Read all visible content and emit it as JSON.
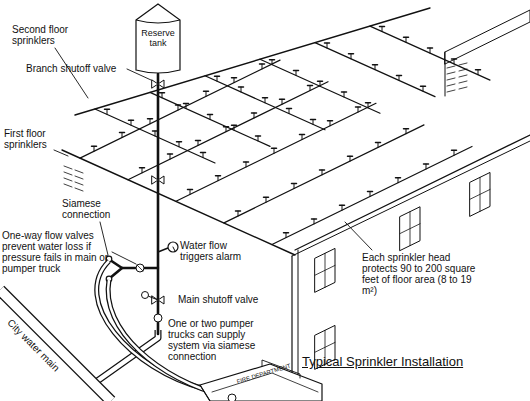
{
  "diagram": {
    "title": "Typical Sprinkler Installation",
    "nodes": [
      {
        "text": [
          "Reserve tank"
        ]
      }
    ],
    "labels": [
      "Second floor sprinklers",
      "Branch shutoff valve",
      "First floor sprinklers",
      "Siamese connection",
      "One-way flow valves prevent water loss if pressure fails in main or pumper truck",
      "Water flow triggers alarm",
      "Main shutoff valve",
      "One or two pumper trucks can supply system via siamese connection",
      "Each sprinkler head protects 90 to 200 square feet of floor area (8 to 19 m²)",
      "City water main",
      "FIRE DEPARTMENT"
    ]
  }
}
